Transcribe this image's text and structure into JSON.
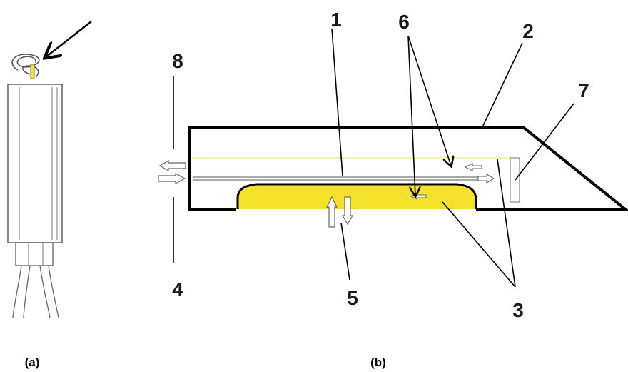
{
  "panels": {
    "a": {
      "caption": "(a)"
    },
    "b": {
      "caption": "(b)"
    }
  },
  "labels": [
    "1",
    "2",
    "3",
    "4",
    "5",
    "6",
    "7",
    "8"
  ],
  "colors": {
    "outline": "#000000",
    "fill_yellow": "#f5e12a",
    "thin_line_yellow": "#f3ee9a",
    "sketch_line": "#555555"
  }
}
